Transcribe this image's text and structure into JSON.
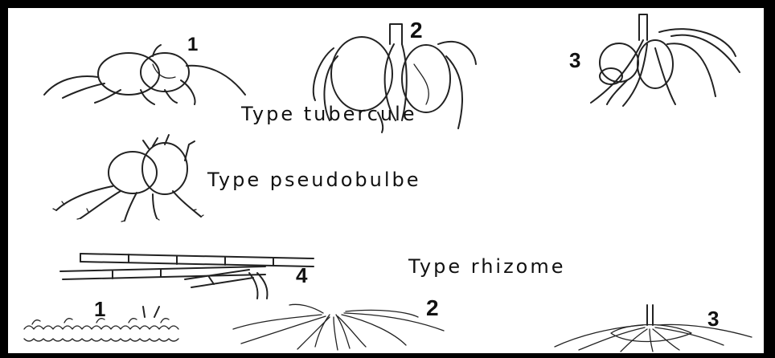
{
  "labels": {
    "tubercule": "Type tubercule",
    "pseudobulbe": "Type pseudobulbe",
    "rhizome": "Type rhizome"
  },
  "numbers": {
    "top_1": "1",
    "top_2": "2",
    "top_3": "3",
    "rhizome_4": "4",
    "bottom_1": "1",
    "bottom_2": "2",
    "bottom_3": "3"
  }
}
